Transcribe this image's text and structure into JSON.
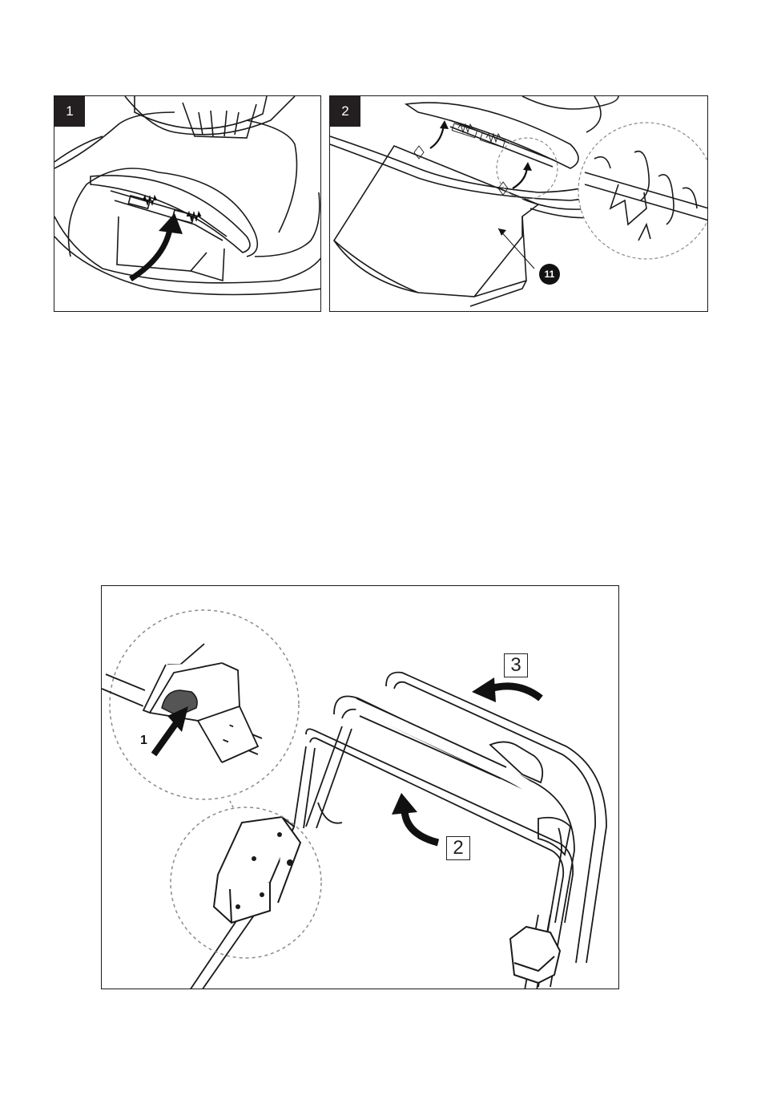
{
  "figures": [
    {
      "step_label": "1"
    },
    {
      "step_label": "2",
      "callout": "11"
    }
  ],
  "handle_figure": {
    "detail_label": "1",
    "step_boxes": [
      "2",
      "3"
    ]
  },
  "colors": {
    "line": "#1a1a1a",
    "badge": "#231f20",
    "dash": "#8a8a8a",
    "button": "#555555"
  }
}
